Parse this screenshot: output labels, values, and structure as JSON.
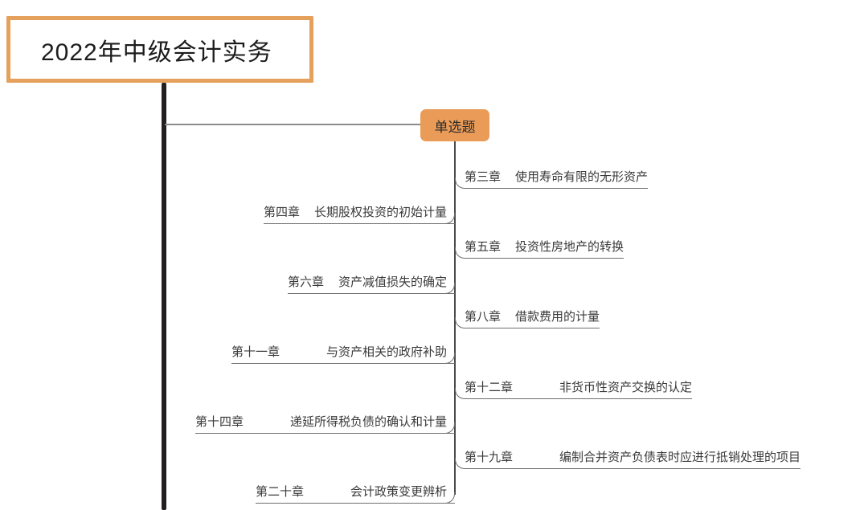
{
  "root": {
    "title": "2022年中级会计实务",
    "border_color": "#e5a05b"
  },
  "topic": {
    "label": "单选题",
    "fill_color": "#ea9b58"
  },
  "branches": [
    {
      "side": "right",
      "chapter": "第三章",
      "title": "使用寿命有限的无形资产",
      "gap": "normal"
    },
    {
      "side": "left",
      "chapter": "第四章",
      "title": "长期股权投资的初始计量",
      "gap": "normal"
    },
    {
      "side": "right",
      "chapter": "第五章",
      "title": "投资性房地产的转换",
      "gap": "normal"
    },
    {
      "side": "left",
      "chapter": "第六章",
      "title": "资产减值损失的确定",
      "gap": "normal"
    },
    {
      "side": "right",
      "chapter": "第八章",
      "title": "借款费用的计量",
      "gap": "normal"
    },
    {
      "side": "left",
      "chapter": "第十一章",
      "title": "与资产相关的政府补助",
      "gap": "wide"
    },
    {
      "side": "right",
      "chapter": "第十二章",
      "title": "非货币性资产交换的认定",
      "gap": "wide"
    },
    {
      "side": "left",
      "chapter": "第十四章",
      "title": "递延所得税负债的确认和计量",
      "gap": "wide"
    },
    {
      "side": "right",
      "chapter": "第十九章",
      "title": "编制合并资产负债表时应进行抵销处理的项目",
      "gap": "wide"
    },
    {
      "side": "left",
      "chapter": "第二十章",
      "title": "会计政策变更辨析",
      "gap": "wide"
    }
  ]
}
